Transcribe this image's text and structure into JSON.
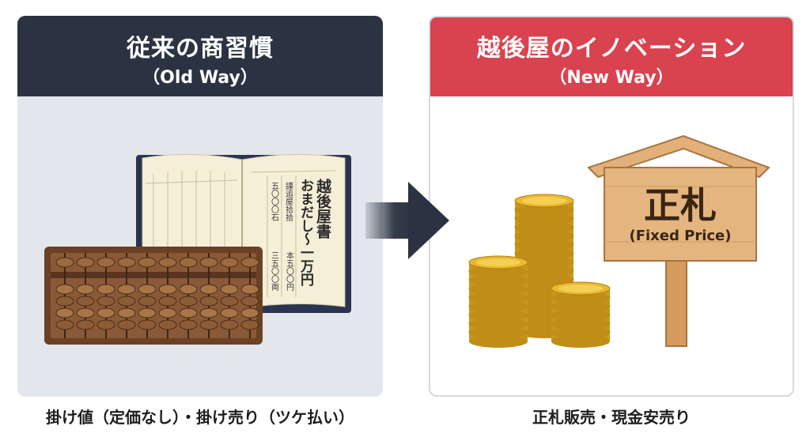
{
  "old_way": {
    "title": "従来の商習慣",
    "subtitle": "（Old Way）",
    "caption": "掛け値（定価なし）・掛け売り（ツケ払い）",
    "ledger": {
      "col1": "越後屋書",
      "col2": "おまだし〜一万円",
      "col3": "謹追屋拾拾",
      "col4": "本五〇〇円",
      "col5": "五〇〇〇石",
      "col6": "三五〇〇両"
    }
  },
  "new_way": {
    "title": "越後屋のイノベーション",
    "subtitle": "（New Way）",
    "caption": "正札販売・現金安売り",
    "sign_main": "正札",
    "sign_sub": "(Fixed Price)"
  },
  "colors": {
    "old_header": "#2b3342",
    "new_header": "#d9424f",
    "arrow": "#2b3342",
    "coin": "#e8b92f",
    "wood": "#d9a56c"
  }
}
